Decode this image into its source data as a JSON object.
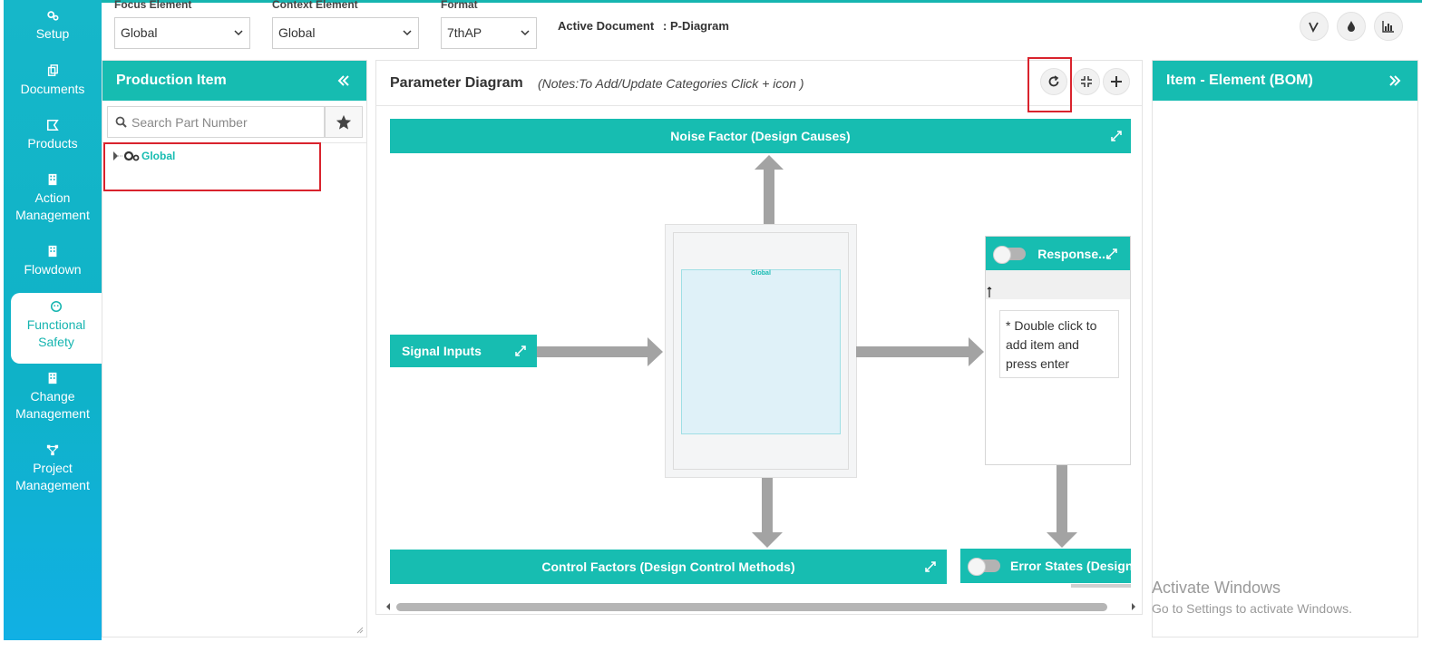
{
  "sidebar": {
    "items": [
      {
        "label": "Setup",
        "icon": "gears-icon"
      },
      {
        "label": "Documents",
        "icon": "documents-icon"
      },
      {
        "label": "Products",
        "icon": "products-icon"
      },
      {
        "label": "Action Management",
        "icon": "building-icon"
      },
      {
        "label": "Flowdown",
        "icon": "building-icon"
      },
      {
        "label": "Functional Safety",
        "icon": "safety-icon"
      },
      {
        "label": "Change Management",
        "icon": "building-icon"
      },
      {
        "label": "Project Management",
        "icon": "network-icon"
      }
    ],
    "active_index": 5
  },
  "toolbar": {
    "focus_label": "Focus Element",
    "focus_value": "Global",
    "context_label": "Context Element",
    "context_value": "Global",
    "format_label": "Format",
    "format_value": "7thAP",
    "active_doc_label": "Active Document",
    "active_doc_value": ": P-Diagram"
  },
  "left_panel": {
    "title": "Production Item",
    "search_placeholder": "Search Part Number",
    "tree_root": "Global"
  },
  "center_panel": {
    "title": "Parameter Diagram",
    "note": "(Notes:To Add/Update Categories Click + icon )",
    "noise_factor": "Noise Factor (Design Causes)",
    "signal_inputs": "Signal Inputs",
    "response": "Response...",
    "response_hint": "* Double click to add item and press enter",
    "control_factors": "Control Factors (Design Control Methods)",
    "error_states": "Error States (Design",
    "center_box_label": "Global"
  },
  "right_panel": {
    "title": "Item - Element (BOM)"
  },
  "watermark": {
    "line1": "Activate Windows",
    "line2": "Go to Settings to activate Windows."
  },
  "colors": {
    "teal": "#17bdb1",
    "sidebar": "#16b7c9",
    "highlight": "#d9232d"
  }
}
